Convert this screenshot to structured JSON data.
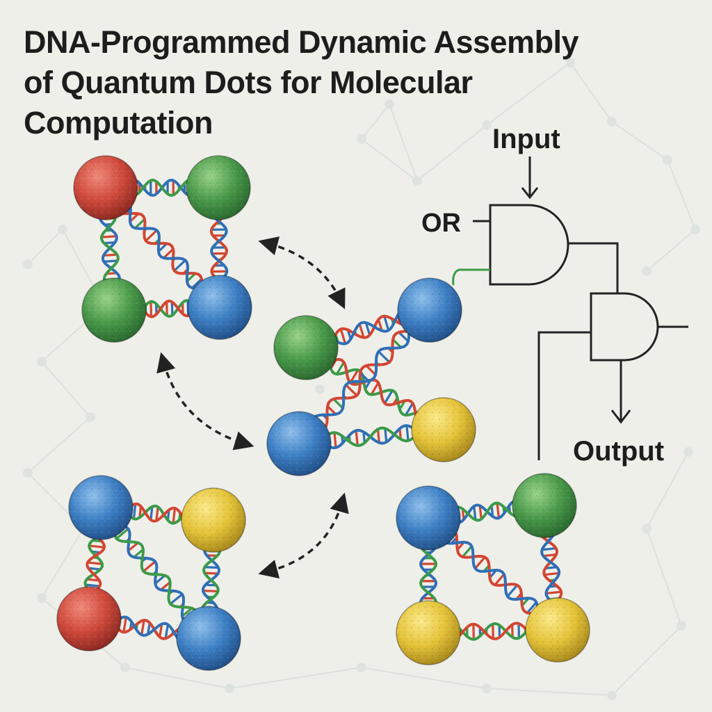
{
  "title": {
    "line1": "DNA-Programmed Dynamic Assembly",
    "line2": "of Quantum Dots for Molecular",
    "line3": "Computation"
  },
  "logic_circuit": {
    "input_label": "Input",
    "or_label": "OR",
    "output_label": "Output"
  },
  "colors": {
    "background": "#efefea",
    "qd_red": "#cf4a3c",
    "qd_green": "#4a9a4a",
    "qd_blue": "#3d7fc4",
    "qd_yellow": "#e5c43a",
    "dna_blue": "#2f6fb5",
    "dna_green": "#3c9a48",
    "dna_red": "#d24632",
    "text": "#1d1d1d"
  },
  "clusters": [
    {
      "name": "cluster-top-left",
      "dots": [
        "red",
        "green",
        "green",
        "blue"
      ]
    },
    {
      "name": "cluster-center",
      "dots": [
        "blue",
        "green",
        "blue",
        "yellow"
      ]
    },
    {
      "name": "cluster-bottom-left",
      "dots": [
        "blue",
        "yellow",
        "red",
        "blue"
      ]
    },
    {
      "name": "cluster-bottom-right",
      "dots": [
        "blue",
        "green",
        "yellow",
        "yellow"
      ]
    }
  ]
}
